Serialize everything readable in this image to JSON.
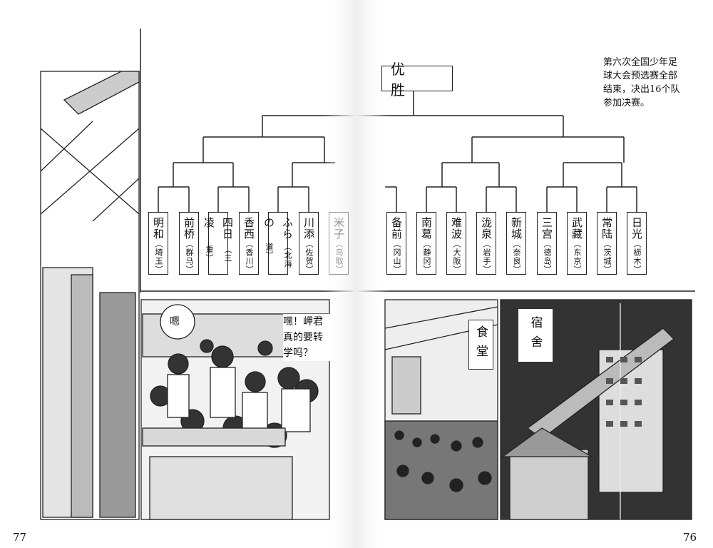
{
  "bracket": {
    "winner_label": "优 胜",
    "left_teams": [
      {
        "name": "明和",
        "pref": "（埼玉）"
      },
      {
        "name": "前桥",
        "pref": "（群马）"
      },
      {
        "name": "四日凌",
        "pref": "（三重）"
      },
      {
        "name": "香西",
        "pref": "（香川）"
      },
      {
        "name": "ふらの",
        "pref": "（北海道）"
      },
      {
        "name": "川添",
        "pref": "（佐贺）"
      },
      {
        "name": "米子",
        "pref": "（鸟取）"
      }
    ],
    "right_teams": [
      {
        "name": "备前",
        "pref": "（冈山）"
      },
      {
        "name": "南葛",
        "pref": "（静冈）"
      },
      {
        "name": "难波",
        "pref": "（大阪）"
      },
      {
        "name": "泷泉",
        "pref": "（岩手）"
      },
      {
        "name": "新城",
        "pref": "（奈良）"
      },
      {
        "name": "三宫",
        "pref": "（德岛）"
      },
      {
        "name": "武藏",
        "pref": "（东京）"
      },
      {
        "name": "常陆",
        "pref": "（茨城）"
      },
      {
        "name": "日光",
        "pref": "（枥木）"
      }
    ]
  },
  "caption": "第六次全国少年足球大会预选赛全部结束，决出16个队参加决赛。",
  "bubbles": {
    "hmm": "嗯",
    "question": "嘿！岬君真的要转学吗？"
  },
  "signs": {
    "cafeteria": "食堂",
    "dormitory": "宿舍"
  },
  "page_numbers": {
    "left": "77",
    "right": "76"
  }
}
